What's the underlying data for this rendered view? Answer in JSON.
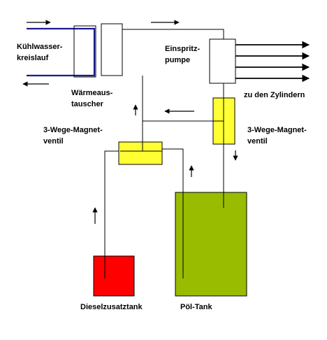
{
  "labels": {
    "coolant_line1": "Kühlwasser-",
    "coolant_line2": "kreislauf",
    "hx_line1": "Wärmeaus-",
    "hx_line2": "tauscher",
    "pump_line1": "Einspritz-",
    "pump_line2": "pumpe",
    "cylinders": "zu den Zylindern",
    "valve_left_line1": "3-Wege-Magnet-",
    "valve_left_line2": "ventil",
    "valve_right_line1": "3-Wege-Magnet-",
    "valve_right_line2": "ventil",
    "diesel_tank": "Dieselzusatztank",
    "oil_tank": "Pöl-Tank"
  },
  "colors": {
    "coolant_loop": "#1a1a8c",
    "valve": "#ffff33",
    "oil_tank": "#99bb00",
    "diesel_tank": "#ff0000",
    "line": "#000000"
  }
}
